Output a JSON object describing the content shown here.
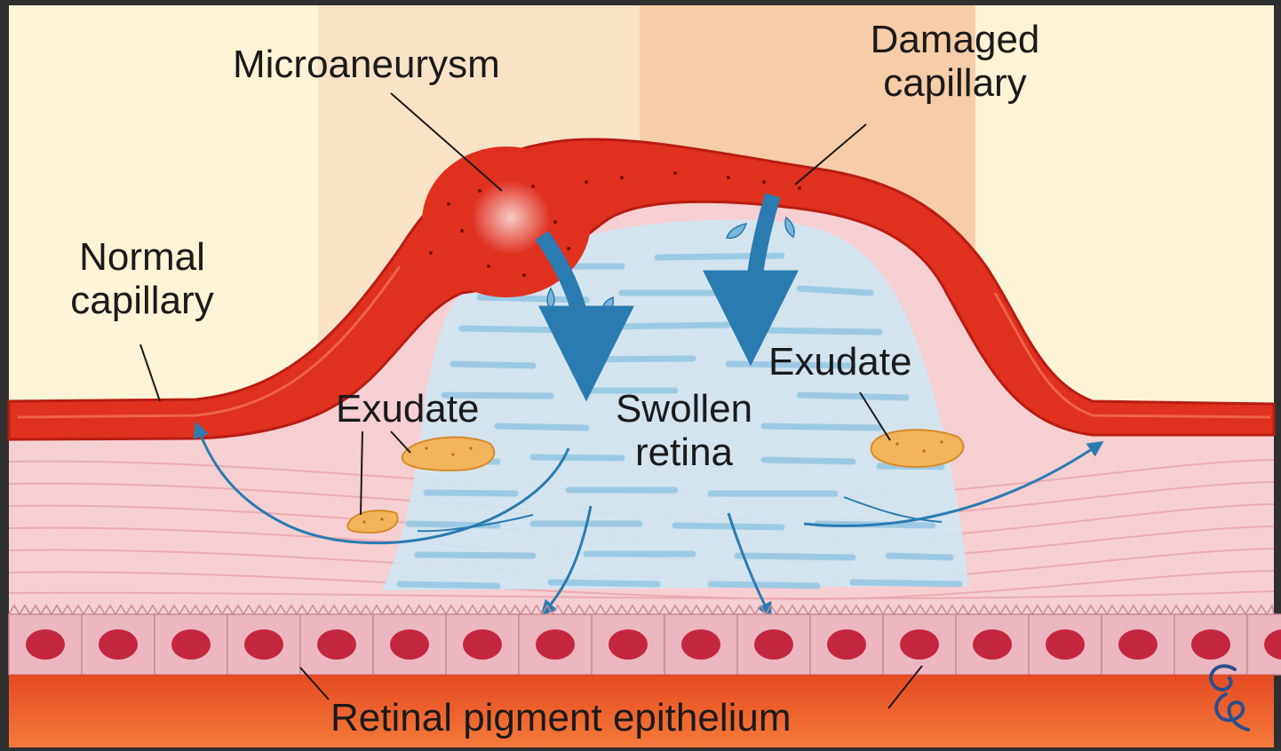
{
  "labels": {
    "microaneurysm": "Microaneurysm",
    "damaged_capillary_line1": "Damaged",
    "damaged_capillary_line2": "capillary",
    "normal_capillary_line1": "Normal",
    "normal_capillary_line2": "capillary",
    "exudate_left": "Exudate",
    "exudate_right": "Exudate",
    "swollen_retina_line1": "Swollen",
    "swollen_retina_line2": "retina",
    "retinal_pigment_epithelium": "Retinal pigment epithelium"
  },
  "colors": {
    "background": "#fdf3d6",
    "background_band": "#f7d8b8",
    "capillary": "#e0301e",
    "capillary_dark": "#b81c12",
    "retina": "#f6cfd3",
    "retina_lines": "#e9a5ad",
    "edema": "#a9d3ea",
    "edema_dark": "#5aa6d2",
    "arrow": "#2a7bb0",
    "exudate": "#f2b45a",
    "epithelium_cell": "#e8a7b4",
    "epithelium_nucleus": "#c42640",
    "choroid": "#ec5a2a"
  }
}
